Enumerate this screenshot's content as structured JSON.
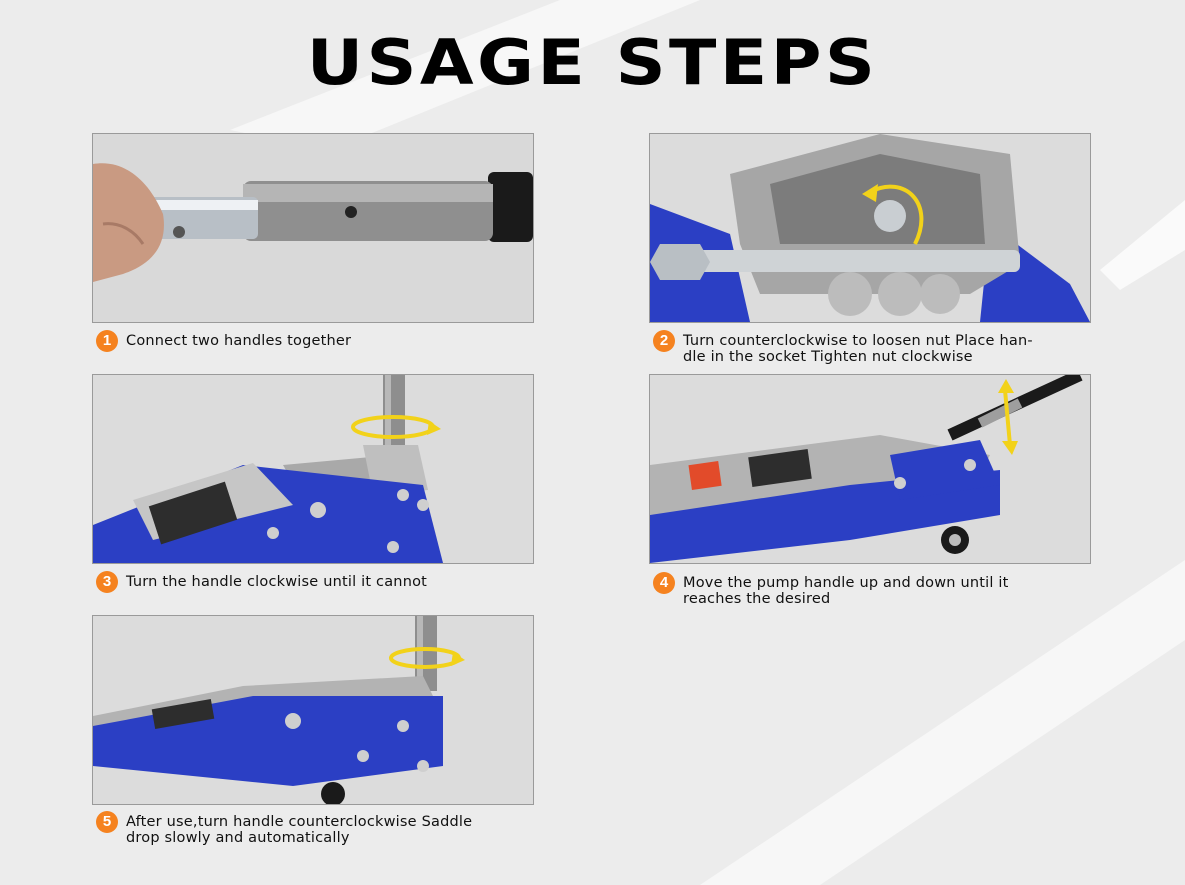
{
  "title": "USAGE STEPS",
  "colors": {
    "badge": "#f5821f",
    "jack_blue": "#2b3fc4",
    "arrow": "#f2d21a"
  },
  "steps": [
    {
      "number": "1",
      "caption": "Connect two handles together",
      "image": "handle-connection-photo"
    },
    {
      "number": "2",
      "caption": "Turn counterclockwise to loosen nut Place han-\ndle in the socket Tighten nut clockwise",
      "image": "socket-nut-photo"
    },
    {
      "number": "3",
      "caption": "Turn the handle clockwise until it cannot",
      "image": "jack-clockwise-photo"
    },
    {
      "number": "4",
      "caption": "Move the pump handle up and down until it\nreaches the desired",
      "image": "jack-pump-photo"
    },
    {
      "number": "5",
      "caption": "After use,turn handle counterclockwise Saddle\ndrop slowly and automatically",
      "image": "jack-release-photo"
    }
  ]
}
